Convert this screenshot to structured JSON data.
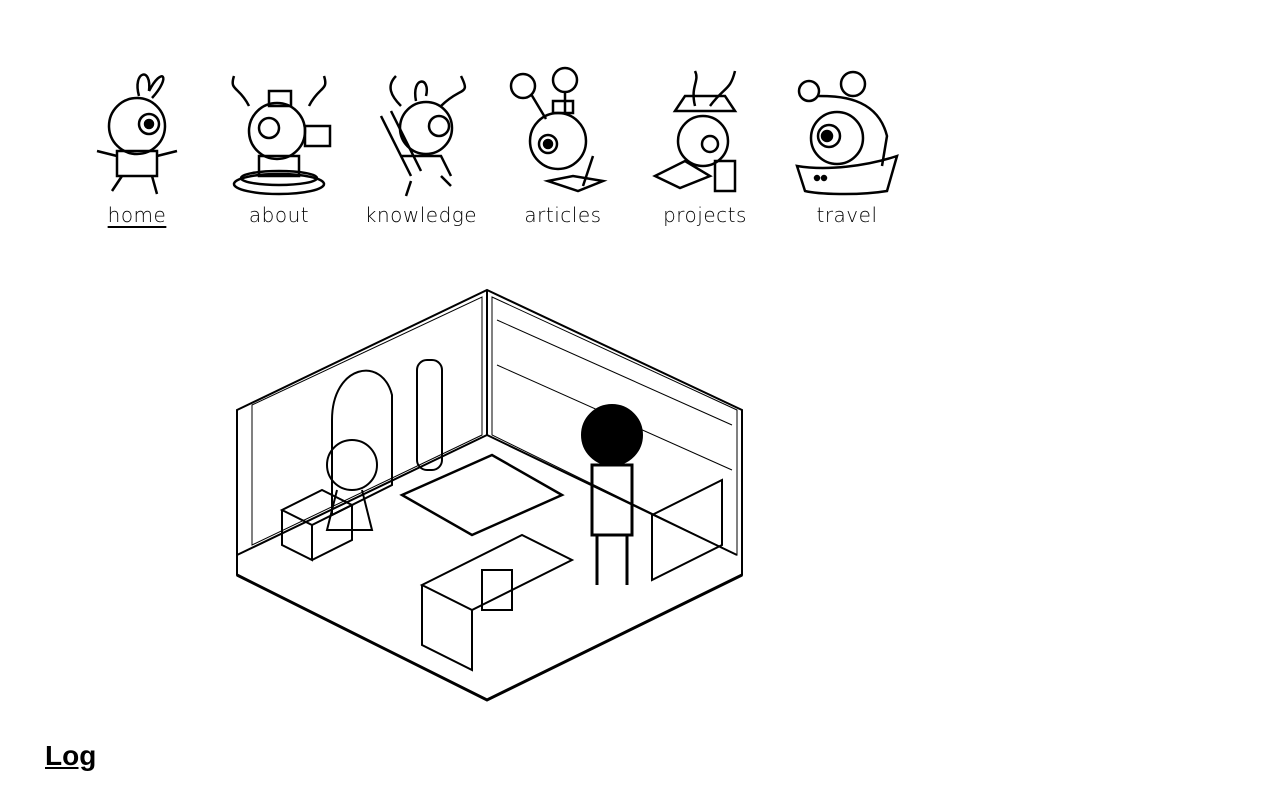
{
  "nav": {
    "items": [
      {
        "label": "Home",
        "active": true,
        "icon": "home-character-icon"
      },
      {
        "label": "About",
        "active": false,
        "icon": "about-character-icon"
      },
      {
        "label": "Knowledge",
        "active": false,
        "icon": "knowledge-character-icon"
      },
      {
        "label": "Articles",
        "active": false,
        "icon": "articles-character-icon"
      },
      {
        "label": "Projects",
        "active": false,
        "icon": "projects-character-icon"
      },
      {
        "label": "Travel",
        "active": false,
        "icon": "travel-character-icon"
      }
    ]
  },
  "main": {
    "heading": "Log"
  }
}
